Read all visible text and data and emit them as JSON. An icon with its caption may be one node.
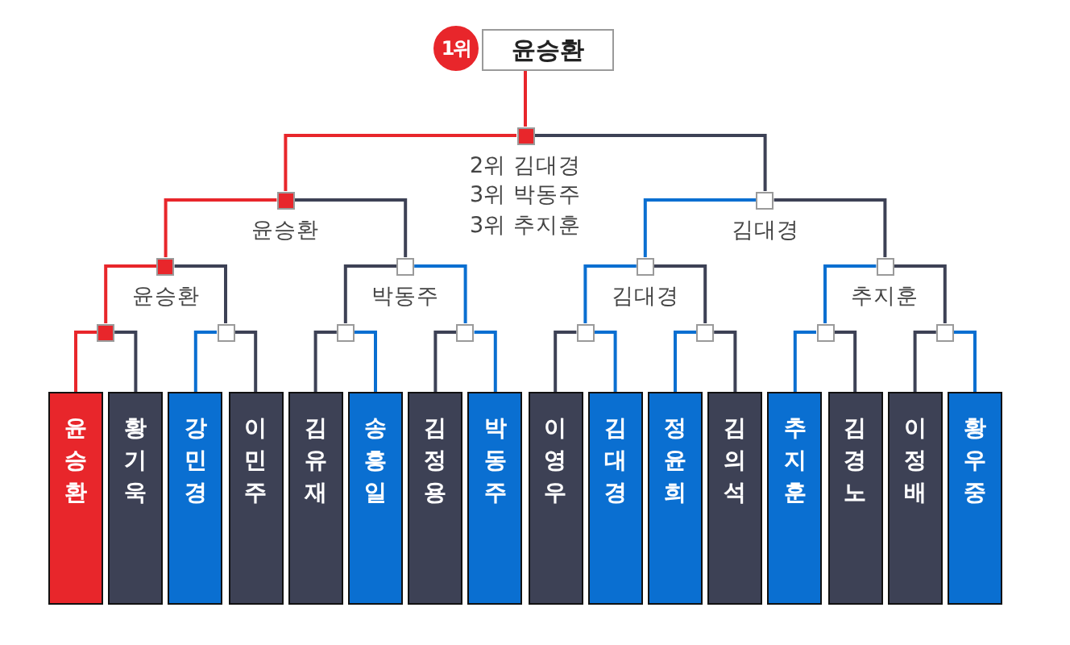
{
  "diagram": {
    "nodes": [
      {
        "text": [
          "윤승환"
        ]
      },
      {
        "text": [],
        "shape": "box",
        "beside": [
          "2위 김대경",
          "3위 박동주",
          "3위 추지훈"
        ]
      },
      {
        "text": [],
        "shape": "box",
        "beside": [
          "윤승환"
        ]
      },
      {
        "text": [],
        "shape": "box",
        "beside": [
          "김대경"
        ]
      },
      {
        "text": [],
        "shape": "box",
        "beside": [
          "윤승환"
        ]
      },
      {
        "text": [],
        "shape": "box",
        "beside": [
          "박동주"
        ]
      },
      {
        "text": [],
        "shape": "box",
        "beside": [
          "김대경"
        ]
      },
      {
        "text": [],
        "shape": "box",
        "beside": [
          "추지훈"
        ]
      },
      {
        "text": [],
        "shape": "box"
      },
      {
        "text": [],
        "shape": "box"
      },
      {
        "text": [],
        "shape": "box"
      },
      {
        "text": [],
        "shape": "box"
      },
      {
        "text": [],
        "shape": "box"
      },
      {
        "text": [],
        "shape": "box"
      },
      {
        "text": [],
        "shape": "box"
      },
      {
        "text": [],
        "shape": "box"
      },
      {
        "text": [
          "윤승환"
        ]
      },
      {
        "text": [
          "황기욱"
        ]
      },
      {
        "text": [
          "강민경"
        ]
      },
      {
        "text": [
          "이민주"
        ]
      },
      {
        "text": [
          "김유재"
        ]
      },
      {
        "text": [
          "송흥일"
        ]
      },
      {
        "text": [
          "김정용"
        ]
      },
      {
        "text": [
          "박동주"
        ]
      },
      {
        "text": [
          "이영우"
        ]
      },
      {
        "text": [
          "김대경"
        ]
      },
      {
        "text": [
          "정윤희"
        ]
      },
      {
        "text": [
          "김의석"
        ]
      },
      {
        "text": [
          "추지훈"
        ]
      },
      {
        "text": [
          "김경노"
        ]
      },
      {
        "text": [
          "이정배"
        ]
      },
      {
        "text": [
          "황우중"
        ]
      }
    ],
    "edges": [
      {
        "from": 1,
        "to": 0,
        "arrow": "none",
        "color": "#e8262b"
      },
      {
        "from": 2,
        "to": 1,
        "arrow": "none",
        "color": "#e8262b"
      },
      {
        "from": 3,
        "to": 1,
        "arrow": "none"
      },
      {
        "from": 4,
        "to": 2,
        "arrow": "none",
        "color": "#e8262b"
      },
      {
        "from": 5,
        "to": 2,
        "arrow": "none"
      },
      {
        "from": 6,
        "to": 3,
        "arrow": "none",
        "color": "#0a6fd1"
      },
      {
        "from": 7,
        "to": 3,
        "arrow": "none"
      },
      {
        "from": 8,
        "to": 4,
        "arrow": "none",
        "color": "#e8262b"
      },
      {
        "from": 9,
        "to": 4,
        "arrow": "none"
      },
      {
        "from": 10,
        "to": 5,
        "arrow": "none"
      },
      {
        "from": 11,
        "to": 5,
        "arrow": "none",
        "color": "#0a6fd1"
      },
      {
        "from": 12,
        "to": 6,
        "arrow": "none",
        "color": "#0a6fd1"
      },
      {
        "from": 13,
        "to": 6,
        "arrow": "none"
      },
      {
        "from": 14,
        "to": 7,
        "arrow": "none",
        "color": "#0a6fd1"
      },
      {
        "from": 15,
        "to": 7,
        "arrow": "none"
      },
      {
        "from": 16,
        "to": 8,
        "arrow": "none",
        "color": "#e8262b"
      },
      {
        "from": 17,
        "to": 8,
        "arrow": "none"
      },
      {
        "from": 18,
        "to": 9,
        "arrow": "none",
        "color": "#0a6fd1"
      },
      {
        "from": 19,
        "to": 9,
        "arrow": "none"
      },
      {
        "from": 20,
        "to": 10,
        "arrow": "none"
      },
      {
        "from": 21,
        "to": 10,
        "arrow": "none",
        "color": "#0a6fd1"
      },
      {
        "from": 22,
        "to": 11,
        "arrow": "none"
      },
      {
        "from": 23,
        "to": 11,
        "arrow": "none",
        "color": "#0a6fd1"
      },
      {
        "from": 24,
        "to": 12,
        "arrow": "none"
      },
      {
        "from": 25,
        "to": 12,
        "arrow": "none",
        "color": "#0a6fd1"
      },
      {
        "from": 26,
        "to": 13,
        "arrow": "none",
        "color": "#0a6fd1"
      },
      {
        "from": 27,
        "to": 13,
        "arrow": "none"
      },
      {
        "from": 28,
        "to": 14,
        "arrow": "none",
        "color": "#0a6fd1"
      },
      {
        "from": 29,
        "to": 14,
        "arrow": "none"
      },
      {
        "from": 30,
        "to": 15,
        "arrow": "none"
      },
      {
        "from": 31,
        "to": 15,
        "arrow": "none",
        "color": "#0a6fd1"
      }
    ],
    "labels": [
      "1위"
    ]
  }
}
